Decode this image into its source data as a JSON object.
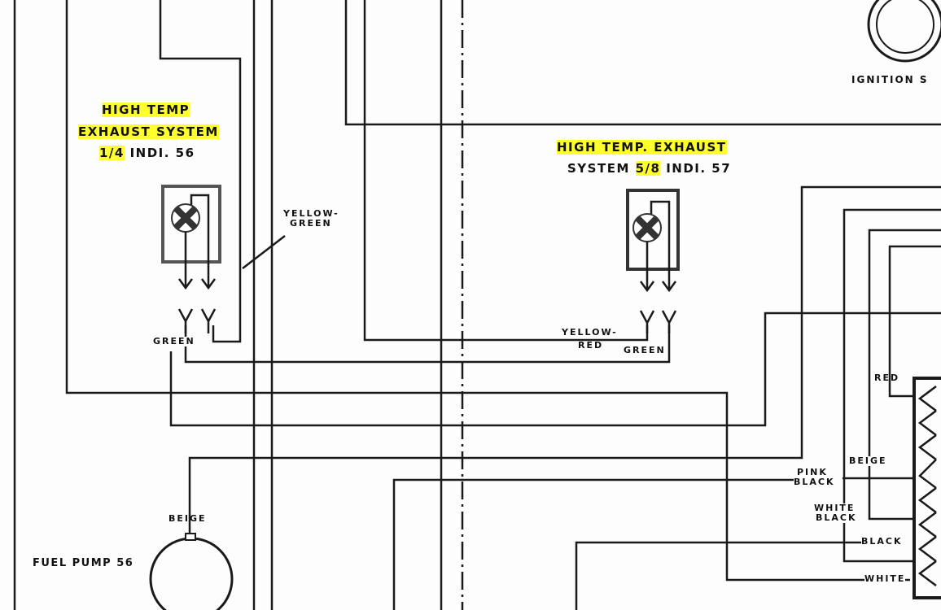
{
  "indicator_1": {
    "line1": "HIGH TEMP",
    "line2": "EXHAUST SYSTEM",
    "fraction": "1/4",
    "suffix": "INDI. 56"
  },
  "indicator_2": {
    "line1": "HIGH TEMP. EXHAUST",
    "line2_prefix": "SYSTEM",
    "fraction": "5/8",
    "suffix": "INDI. 57"
  },
  "ignition_switch": {
    "label": "IGNITION S"
  },
  "fuel_pump": {
    "label": "FUEL PUMP 56",
    "wire": "BEIGE"
  },
  "wires": {
    "yellow_green": [
      "YELLOW-",
      "GREEN"
    ],
    "green_1": "GREEN",
    "yellow_red": [
      "YELLOW-",
      "RED"
    ],
    "green_2": "GREEN",
    "red": "RED",
    "beige": "BEIGE",
    "pink_black": [
      "PINK",
      "BLACK"
    ],
    "white_black": [
      "WHITE",
      "BLACK"
    ],
    "black": "BLACK",
    "white": "WHITE"
  },
  "highlight_color": "#ffff2e"
}
